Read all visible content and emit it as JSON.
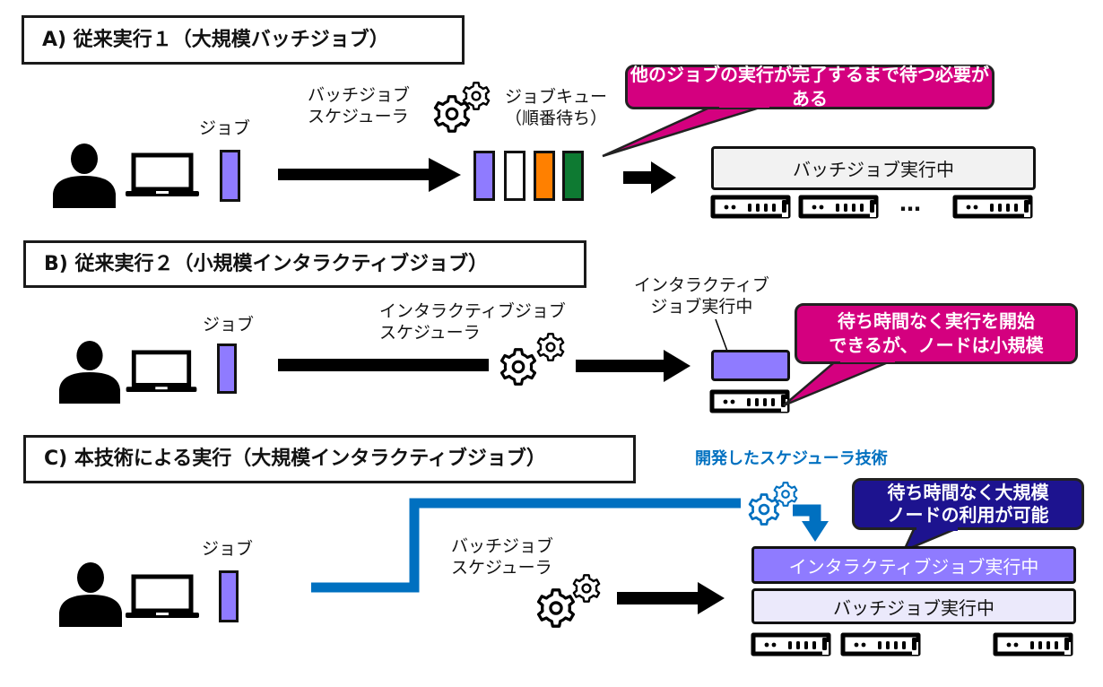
{
  "colors": {
    "job_purple": "#8f7bff",
    "queue_white": "#ffffff",
    "queue_orange": "#ff8000",
    "queue_green": "#0e7a32",
    "callout_magenta": "#d4007f",
    "callout_navy": "#1d138f",
    "scheduler_blue": "#0070c0",
    "batch_run_fill": "#f2f2f2",
    "batch_run_fill_c": "#ebe9fb",
    "interactive_run_fill": "#8f7bff"
  },
  "section_a": {
    "title": "A) 従来実行１（大規模バッチジョブ）",
    "job_label": "ジョブ",
    "scheduler_label_line1": "バッチジョブ",
    "scheduler_label_line2": "スケジューラ",
    "queue_label_line1": "ジョブキュー",
    "queue_label_line2": "（順番待ち）",
    "callout": "他のジョブの実行が完了するまで待つ必要がある",
    "running_label": "バッチジョブ実行中",
    "ellipsis": "…"
  },
  "section_b": {
    "title": "B) 従来実行２（小規模インタラクティブジョブ）",
    "job_label": "ジョブ",
    "scheduler_label_line1": "インタラクティブジョブ",
    "scheduler_label_line2": "スケジューラ",
    "running_label_line1": "インタラクティブ",
    "running_label_line2": "ジョブ実行中",
    "callout_line1": "待ち時間なく実行を開始",
    "callout_line2": "できるが、ノードは小規模"
  },
  "section_c": {
    "title": "C) 本技術による実行（大規模インタラクティブジョブ）",
    "job_label": "ジョブ",
    "developed_label": "開発したスケジューラ技術",
    "scheduler_label_line1": "バッチジョブ",
    "scheduler_label_line2": "スケジューラ",
    "callout_line1": "待ち時間なく大規模",
    "callout_line2": "ノードの利用が可能",
    "interactive_running": "インタラクティブジョブ実行中",
    "batch_running": "バッチジョブ実行中"
  }
}
